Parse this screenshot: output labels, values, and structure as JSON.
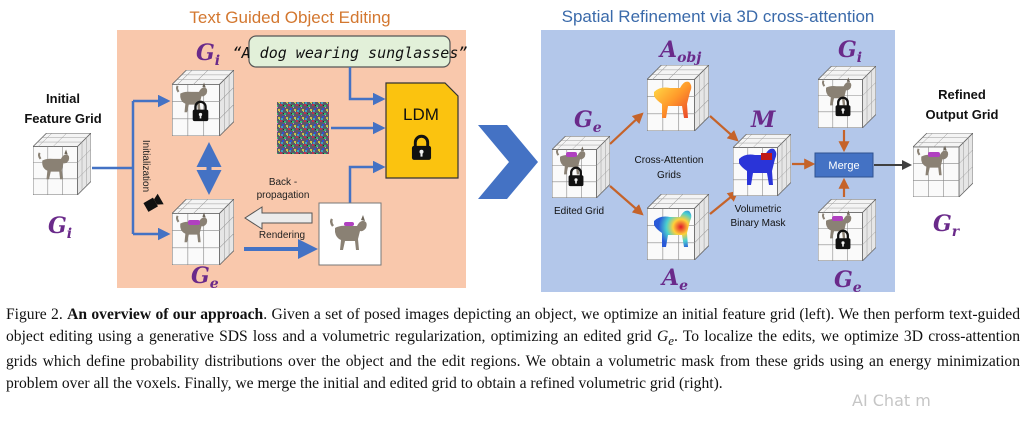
{
  "left_panel": {
    "title": "Text Guided Object Editing",
    "prompt": "“A dog wearing sunglasses”",
    "ldm_label": "LDM",
    "backprop_line1": "Back -",
    "backprop_line2": "propagation",
    "rendering": "Rendering",
    "initialization": "Initialization"
  },
  "input": {
    "label_line1": "Initial",
    "label_line2": "Feature Grid"
  },
  "right_panel": {
    "title": "Spatial Refinement via 3D cross-attention",
    "edited_grid": "Edited Grid",
    "cross_attn_line1": "Cross-Attention",
    "cross_attn_line2": "Grids",
    "vol_mask_line1": "Volumetric",
    "vol_mask_line2": "Binary Mask",
    "merge": "Merge",
    "refined_line1": "Refined",
    "refined_line2": "Output Grid"
  },
  "symbols": {
    "G_i_base": "G",
    "G_i_sub": "i",
    "G_e_base": "G",
    "G_e_sub": "e",
    "A_obj_base": "A",
    "A_obj_sub": "obj",
    "A_e_base": "A",
    "A_e_sub": "e",
    "M": "M",
    "G_r_base": "G",
    "G_r_sub": "r"
  },
  "caption": {
    "fig_label": "Figure 2.",
    "bold_title": "An overview of our approach",
    "part1": ". Given a set of posed images depicting an object, we optimize an initial feature grid (left). We then perform text-guided object editing using a generative SDS loss and a volumetric regularization, optimizing an edited grid ",
    "math_G": "G",
    "math_sub": "e",
    "part2": ". To localize the edits, we optimize 3D cross-attention grids which define probability distributions over the object and the edit regions. We obtain a volumetric mask from these grids using an energy minimization problem over all the voxels. Finally, we merge the initial and edited grid to obtain a refined volumetric grid (right)."
  },
  "watermark": "AI Chat m",
  "colors": {
    "left_bg": "#f9c8ac",
    "right_bg": "#b3c7ea",
    "title_orange": "#d3772f",
    "title_blue": "#3a6aaa",
    "arrow_blue": "#4472c4",
    "arrow_orange": "#c5632a",
    "symbol_purple": "#6a2a8a",
    "ldm_fill": "#fbc30f",
    "prompt_fill": "#e2f0d9",
    "merge_fill": "#4472c4",
    "chevron": "#4472c4"
  }
}
